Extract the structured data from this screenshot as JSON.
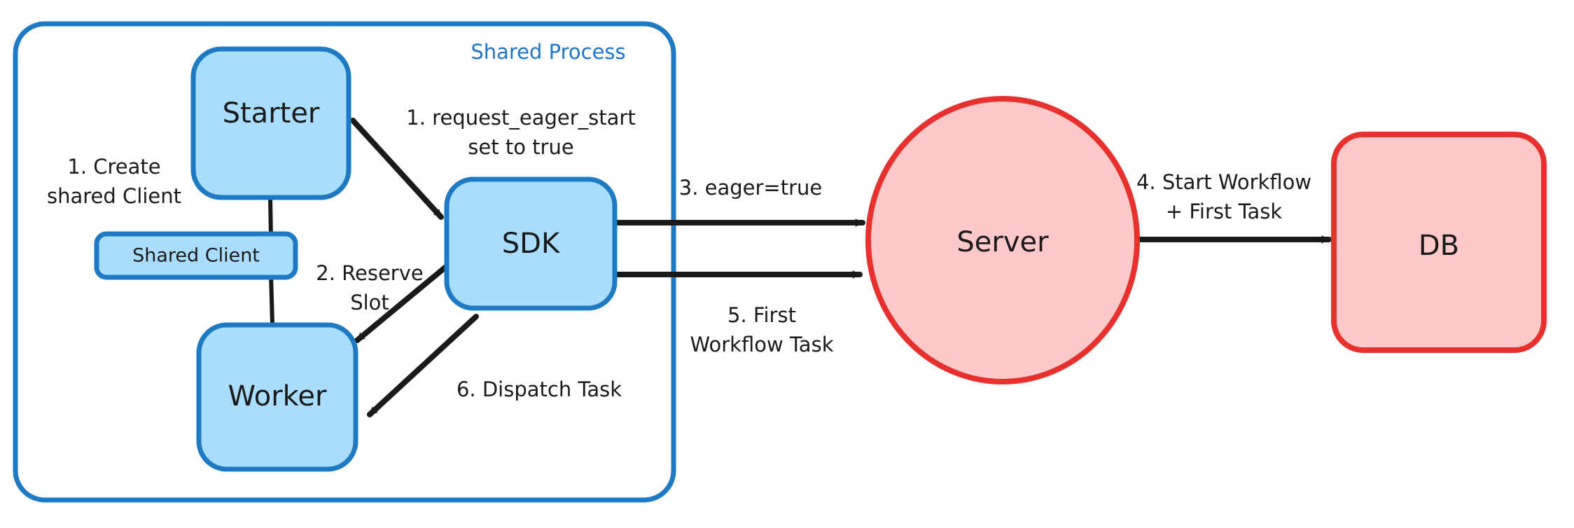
{
  "diagram": {
    "title_visible": false,
    "colors": {
      "blue_fill": "#aadcfc",
      "blue_stroke": "#1f7ac4",
      "red_fill": "#fcc9c9",
      "red_stroke": "#e8302f",
      "text": "#1a1a1a",
      "group_title": "#1f75cb",
      "background": "#ffffff"
    },
    "group": {
      "label": "Shared Process"
    },
    "nodes": [
      {
        "id": "starter",
        "label": "Starter",
        "shape": "rounded-rect",
        "color": "blue"
      },
      {
        "id": "shared-client",
        "label": "Shared Client",
        "shape": "rounded-rect",
        "color": "blue"
      },
      {
        "id": "worker",
        "label": "Worker",
        "shape": "rounded-rect",
        "color": "blue"
      },
      {
        "id": "sdk",
        "label": "SDK",
        "shape": "rounded-rect",
        "color": "blue"
      },
      {
        "id": "server",
        "label": "Server",
        "shape": "ellipse",
        "color": "red"
      },
      {
        "id": "db",
        "label": "DB",
        "shape": "rounded-rect",
        "color": "red"
      }
    ],
    "edges": [
      {
        "id": "create-shared-client",
        "label_line1": "1. Create",
        "label_line2": "shared Client",
        "from": "starter",
        "to": "worker",
        "arrow": false
      },
      {
        "id": "request-eager-start",
        "label_line1": "1. request_eager_start",
        "label_line2": "set to true",
        "from": "starter",
        "to": "sdk",
        "arrow": true
      },
      {
        "id": "reserve-slot",
        "label_line1": "2. Reserve",
        "label_line2": "Slot",
        "from": "sdk",
        "to": "worker",
        "arrow": true
      },
      {
        "id": "eager-true",
        "label_line1": "3. eager=true",
        "label_line2": "",
        "from": "sdk",
        "to": "server",
        "arrow": true
      },
      {
        "id": "start-workflow",
        "label_line1": "4. Start Workflow",
        "label_line2": "+ First Task",
        "from": "server",
        "to": "db",
        "arrow": true
      },
      {
        "id": "first-workflow-task",
        "label_line1": "5. First",
        "label_line2": "Workflow Task",
        "from": "server",
        "to": "sdk",
        "arrow": true
      },
      {
        "id": "dispatch-task",
        "label_line1": "6. Dispatch Task",
        "label_line2": "",
        "from": "sdk",
        "to": "worker",
        "arrow": true
      }
    ]
  }
}
